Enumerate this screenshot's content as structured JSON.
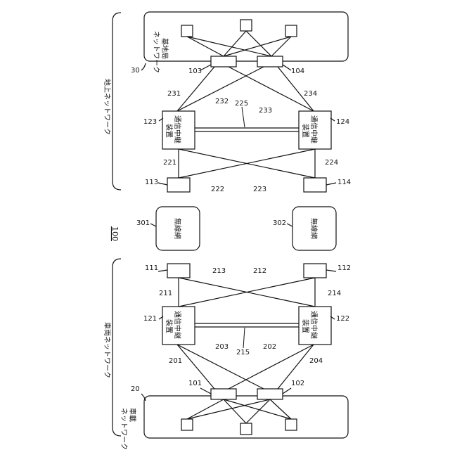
{
  "title_label": "100",
  "ground_network_label": "地上ネットワーク",
  "vehicle_network_label": "車両ネットワーク",
  "base_station_network": {
    "label_line1": "基地局",
    "label_line2": "ネットワーク",
    "ref": "30"
  },
  "onboard_network": {
    "label_line1": "車載",
    "label_line2": "ネットワーク",
    "ref": "20"
  },
  "relay_device_text": {
    "line1": "通信中継",
    "line2": "装置"
  },
  "wireless_net_text": "無線網",
  "refs": {
    "r101": "101",
    "r102": "102",
    "r103": "103",
    "r104": "104",
    "r111": "111",
    "r112": "112",
    "r113": "113",
    "r114": "114",
    "r121": "121",
    "r122": "122",
    "r123": "123",
    "r124": "124",
    "r201": "201",
    "r202": "202",
    "r203": "203",
    "r204": "204",
    "r211": "211",
    "r212": "212",
    "r213": "213",
    "r214": "214",
    "r215": "215",
    "r221": "221",
    "r222": "222",
    "r223": "223",
    "r224": "224",
    "r225": "225",
    "r231": "231",
    "r232": "232",
    "r233": "233",
    "r234": "234",
    "r301": "301",
    "r302": "302"
  }
}
